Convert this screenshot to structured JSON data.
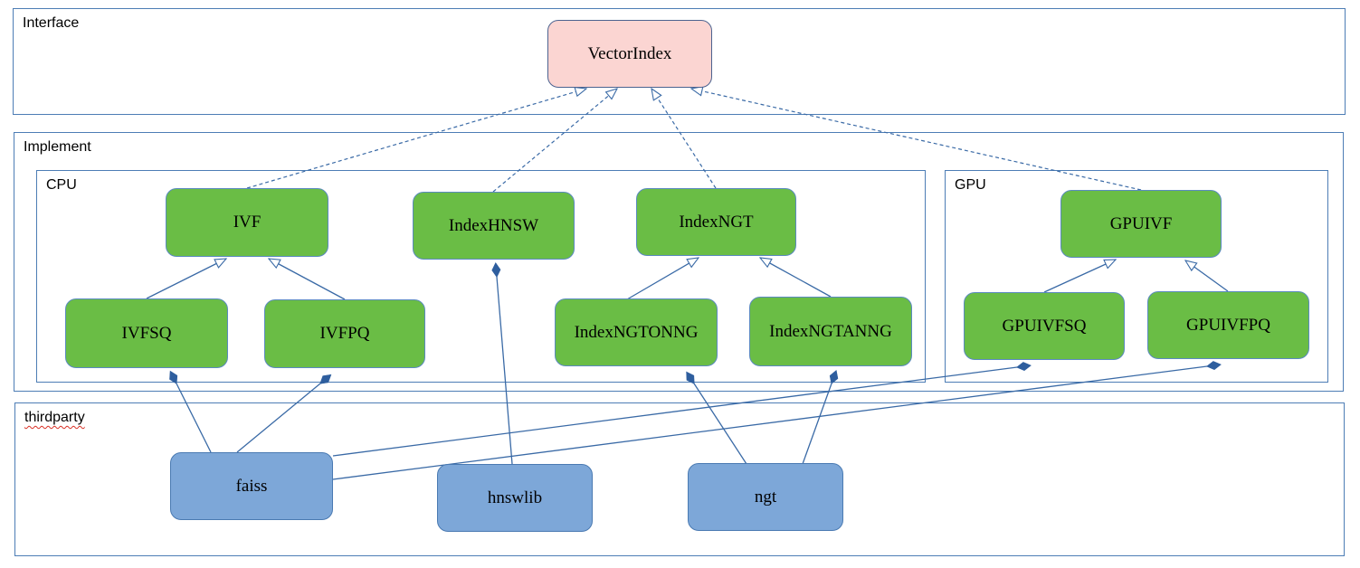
{
  "containers": {
    "interface": {
      "label": "Interface"
    },
    "implement": {
      "label": "Implement"
    },
    "cpu": {
      "label": "CPU"
    },
    "gpu": {
      "label": "GPU"
    },
    "thirdparty": {
      "label": "thirdparty"
    }
  },
  "nodes": {
    "vectorindex": {
      "label": "VectorIndex",
      "group": "interface",
      "kind": "interface"
    },
    "ivf": {
      "label": "IVF",
      "group": "cpu",
      "kind": "class"
    },
    "indexhnsw": {
      "label": "IndexHNSW",
      "group": "cpu",
      "kind": "class"
    },
    "indexngt": {
      "label": "IndexNGT",
      "group": "cpu",
      "kind": "class"
    },
    "ivfsq": {
      "label": "IVFSQ",
      "group": "cpu",
      "kind": "class"
    },
    "ivfpq": {
      "label": "IVFPQ",
      "group": "cpu",
      "kind": "class"
    },
    "indexngtonng": {
      "label": "IndexNGTONNG",
      "group": "cpu",
      "kind": "class"
    },
    "indexngtanng": {
      "label": "IndexNGTANNG",
      "group": "cpu",
      "kind": "class"
    },
    "gpuivf": {
      "label": "GPUIVF",
      "group": "gpu",
      "kind": "class"
    },
    "gpuivfsq": {
      "label": "GPUIVFSQ",
      "group": "gpu",
      "kind": "class"
    },
    "gpuivfpq": {
      "label": "GPUIVFPQ",
      "group": "gpu",
      "kind": "class"
    },
    "faiss": {
      "label": "faiss",
      "group": "thirdparty",
      "kind": "library"
    },
    "hnswlib": {
      "label": "hnswlib",
      "group": "thirdparty",
      "kind": "library"
    },
    "ngt": {
      "label": "ngt",
      "group": "thirdparty",
      "kind": "library"
    }
  },
  "relationships": [
    {
      "from": "IVF",
      "to": "VectorIndex",
      "relation": "realizes (dashed, hollow arrow)"
    },
    {
      "from": "IndexHNSW",
      "to": "VectorIndex",
      "relation": "realizes (dashed, hollow arrow)"
    },
    {
      "from": "IndexNGT",
      "to": "VectorIndex",
      "relation": "realizes (dashed, hollow arrow)"
    },
    {
      "from": "GPUIVF",
      "to": "VectorIndex",
      "relation": "realizes (dashed, hollow arrow)"
    },
    {
      "from": "IVFSQ",
      "to": "IVF",
      "relation": "extends (hollow arrow)"
    },
    {
      "from": "IVFPQ",
      "to": "IVF",
      "relation": "extends (hollow arrow)"
    },
    {
      "from": "IndexNGTONNG",
      "to": "IndexNGT",
      "relation": "extends (hollow arrow)"
    },
    {
      "from": "IndexNGTANNG",
      "to": "IndexNGT",
      "relation": "extends (hollow arrow)"
    },
    {
      "from": "GPUIVFSQ",
      "to": "GPUIVF",
      "relation": "extends (hollow arrow)"
    },
    {
      "from": "GPUIVFPQ",
      "to": "GPUIVF",
      "relation": "extends (hollow arrow)"
    },
    {
      "from": "faiss",
      "to": "IVFSQ",
      "relation": "composition (filled diamond)"
    },
    {
      "from": "faiss",
      "to": "IVFPQ",
      "relation": "composition (filled diamond)"
    },
    {
      "from": "faiss",
      "to": "GPUIVFSQ",
      "relation": "composition (filled diamond)"
    },
    {
      "from": "faiss",
      "to": "GPUIVFPQ",
      "relation": "composition (filled diamond)"
    },
    {
      "from": "hnswlib",
      "to": "IndexHNSW",
      "relation": "composition (filled diamond)"
    },
    {
      "from": "ngt",
      "to": "IndexNGTONNG",
      "relation": "composition (filled diamond)"
    },
    {
      "from": "ngt",
      "to": "IndexNGTANNG",
      "relation": "composition (filled diamond)"
    }
  ],
  "colors": {
    "class_fill": "#6abd45",
    "library_fill": "#7da7d8",
    "interface_fill": "#fbd5d2",
    "container_border": "#4d7db5",
    "edge_line": "#3a6aa6",
    "spellcheck_underline": "#d93025"
  }
}
